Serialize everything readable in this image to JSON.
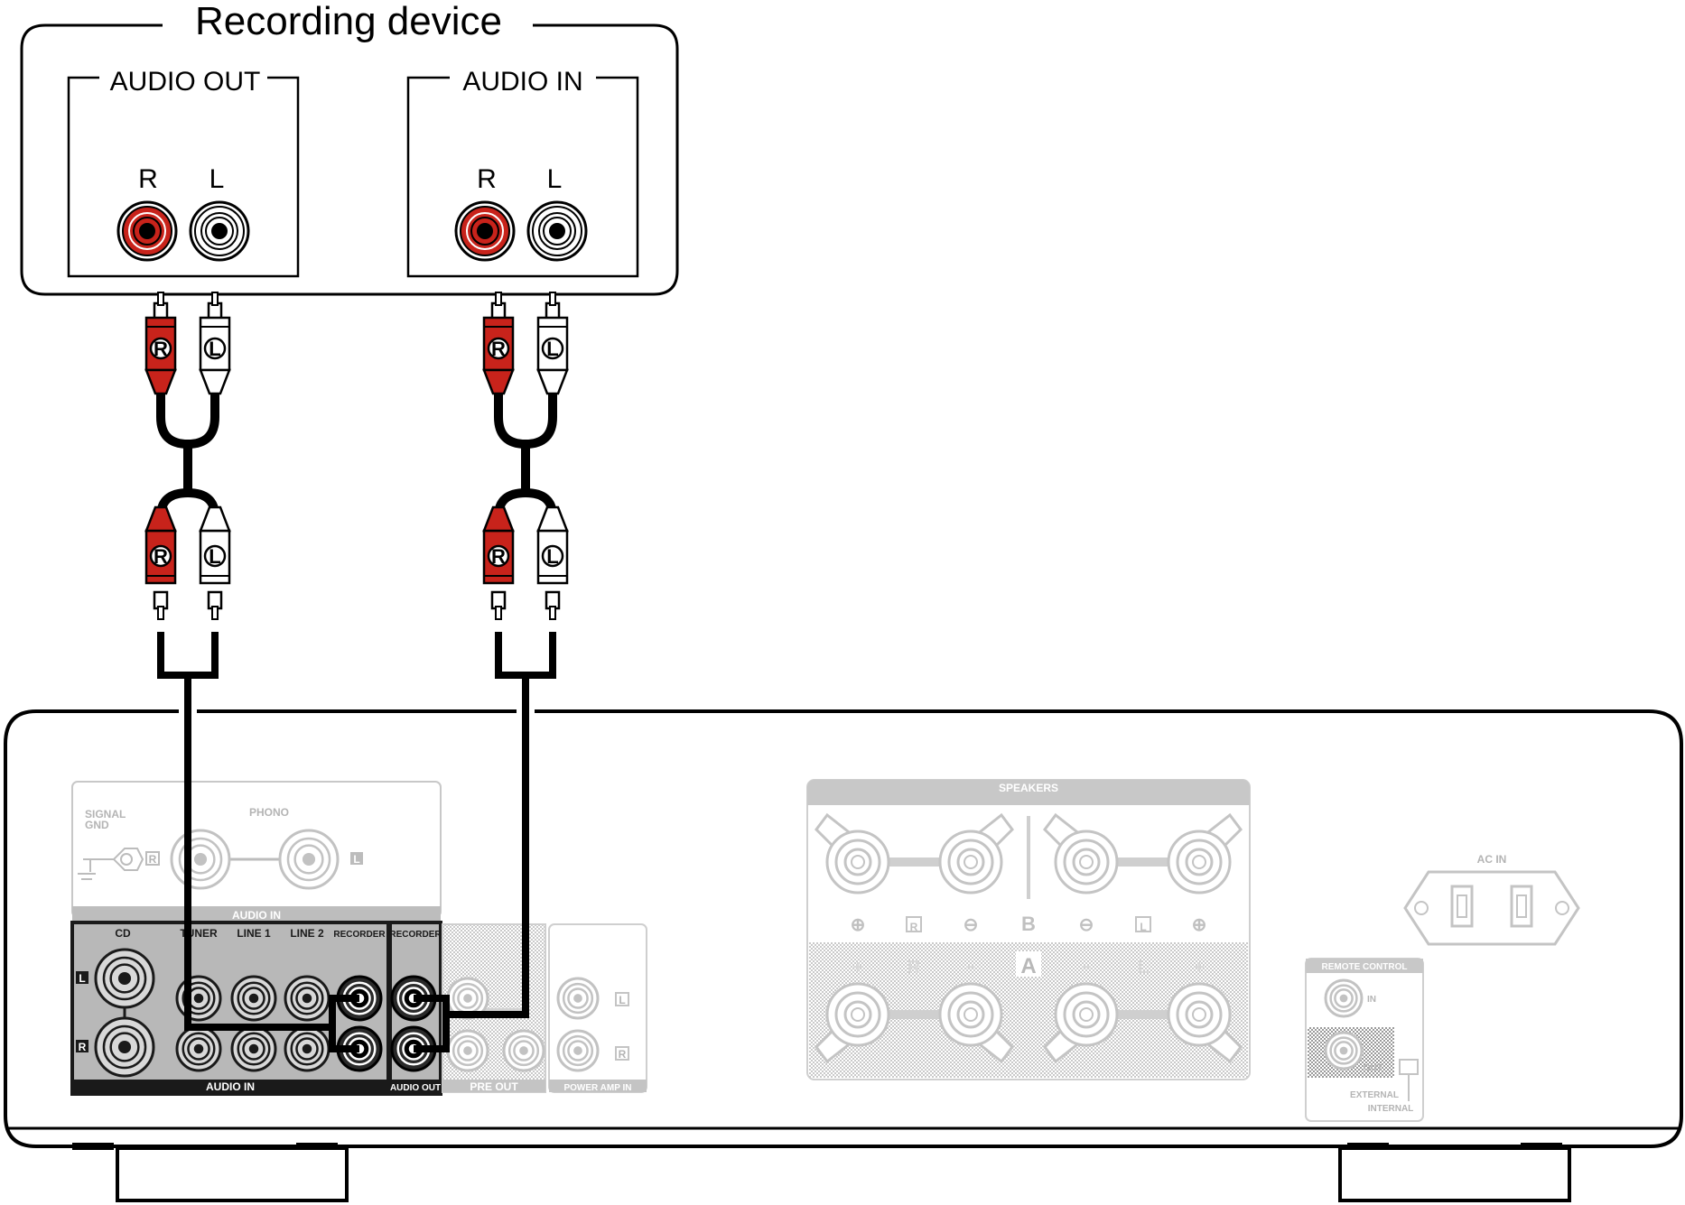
{
  "recording_device": {
    "title": "Recording device",
    "audio_out": {
      "label": "AUDIO OUT",
      "right": "R",
      "left": "L"
    },
    "audio_in": {
      "label": "AUDIO IN",
      "right": "R",
      "left": "L"
    }
  },
  "cables": {
    "right_plug": "R",
    "left_plug": "L"
  },
  "colors": {
    "right_channel": "#c8231b",
    "left_channel": "#ffffff",
    "cable": "#000000",
    "grey_panel": "#bdbdbd",
    "dark_panel": "#1a1a1a"
  },
  "amplifier": {
    "phono_section": {
      "signal_gnd": "SIGNAL",
      "signal_gnd2": "GND",
      "phono": "PHONO",
      "right": "R",
      "left": "L"
    },
    "audio_in_panel": {
      "header": "AUDIO IN",
      "inputs": [
        "CD",
        "TUNER",
        "LINE 1",
        "LINE 2",
        "RECORDER"
      ],
      "footer": "AUDIO IN",
      "left": "L",
      "right": "R"
    },
    "audio_out_panel": {
      "header": "RECORDER",
      "footer": "AUDIO OUT"
    },
    "pre_out": {
      "footer": "PRE OUT"
    },
    "power_amp_in": {
      "footer": "POWER AMP IN",
      "left": "L",
      "right": "R"
    },
    "speakers": {
      "header": "SPEAKERS",
      "symbols": [
        "⊕",
        "R",
        "⊖",
        "B",
        "⊖",
        "L",
        "⊕"
      ],
      "symbols_a": [
        "+",
        "R",
        "−",
        "A",
        "−",
        "L",
        "+"
      ]
    },
    "ac_in": "AC IN",
    "remote_control": {
      "header": "REMOTE CONTROL",
      "in": "IN",
      "out": "OUT",
      "external": "EXTERNAL",
      "internal": "INTERNAL"
    }
  }
}
